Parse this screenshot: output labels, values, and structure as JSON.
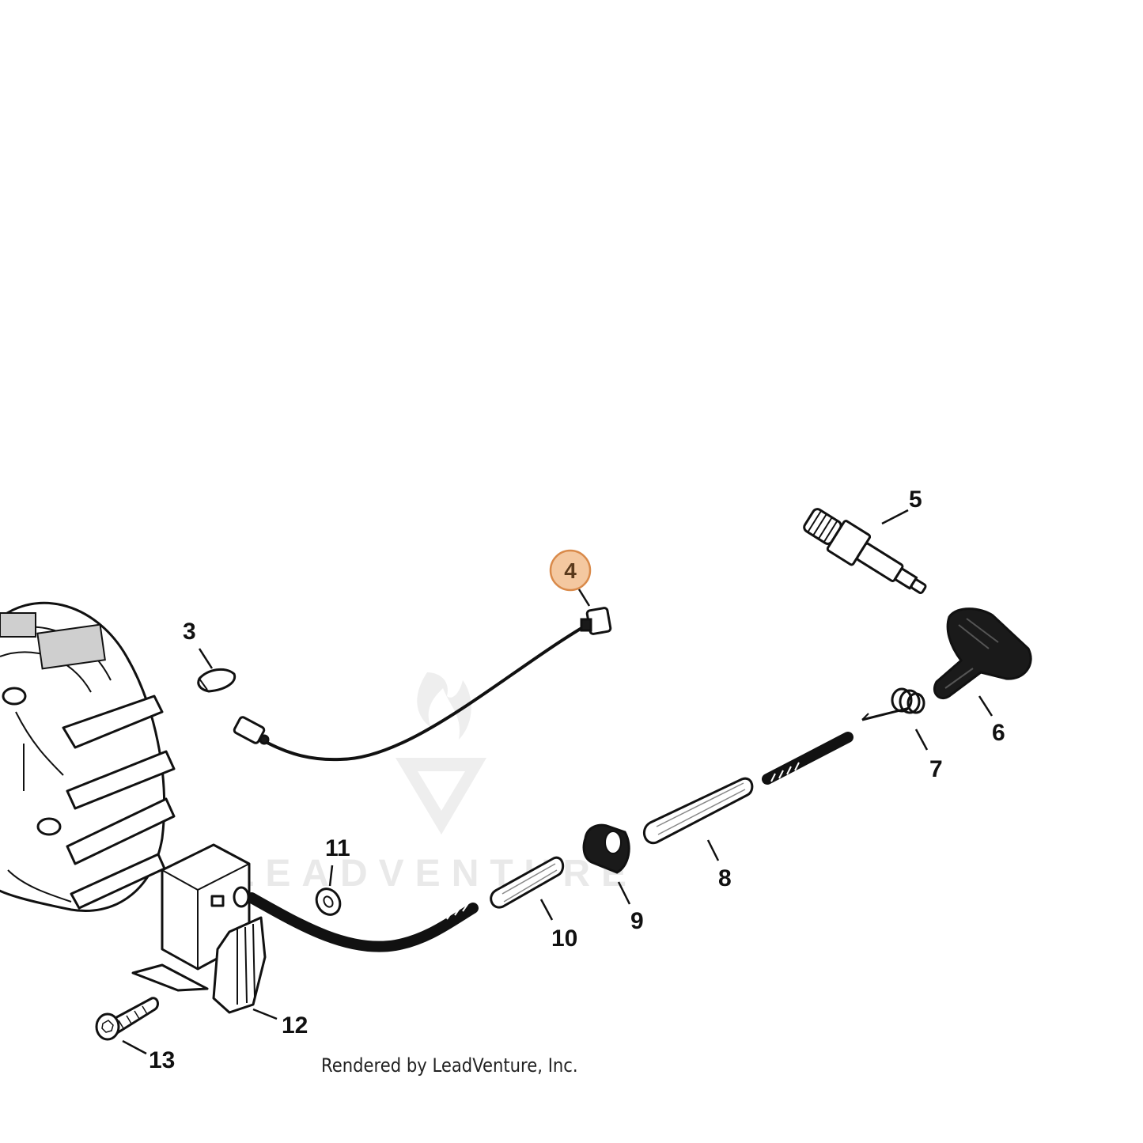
{
  "diagram": {
    "credit": "Rendered by LeadVenture, Inc.",
    "watermark": "LEADVENTURE",
    "highlight_color": "#f4c8a0",
    "highlight_border": "#d98a4a",
    "callouts": [
      {
        "id": "3",
        "label": "3"
      },
      {
        "id": "4",
        "label": "4",
        "highlighted": true
      },
      {
        "id": "5",
        "label": "5"
      },
      {
        "id": "6",
        "label": "6"
      },
      {
        "id": "7",
        "label": "7"
      },
      {
        "id": "8",
        "label": "8"
      },
      {
        "id": "9",
        "label": "9"
      },
      {
        "id": "10",
        "label": "10"
      },
      {
        "id": "11",
        "label": "11"
      },
      {
        "id": "12",
        "label": "12"
      },
      {
        "id": "13",
        "label": "13"
      }
    ]
  }
}
